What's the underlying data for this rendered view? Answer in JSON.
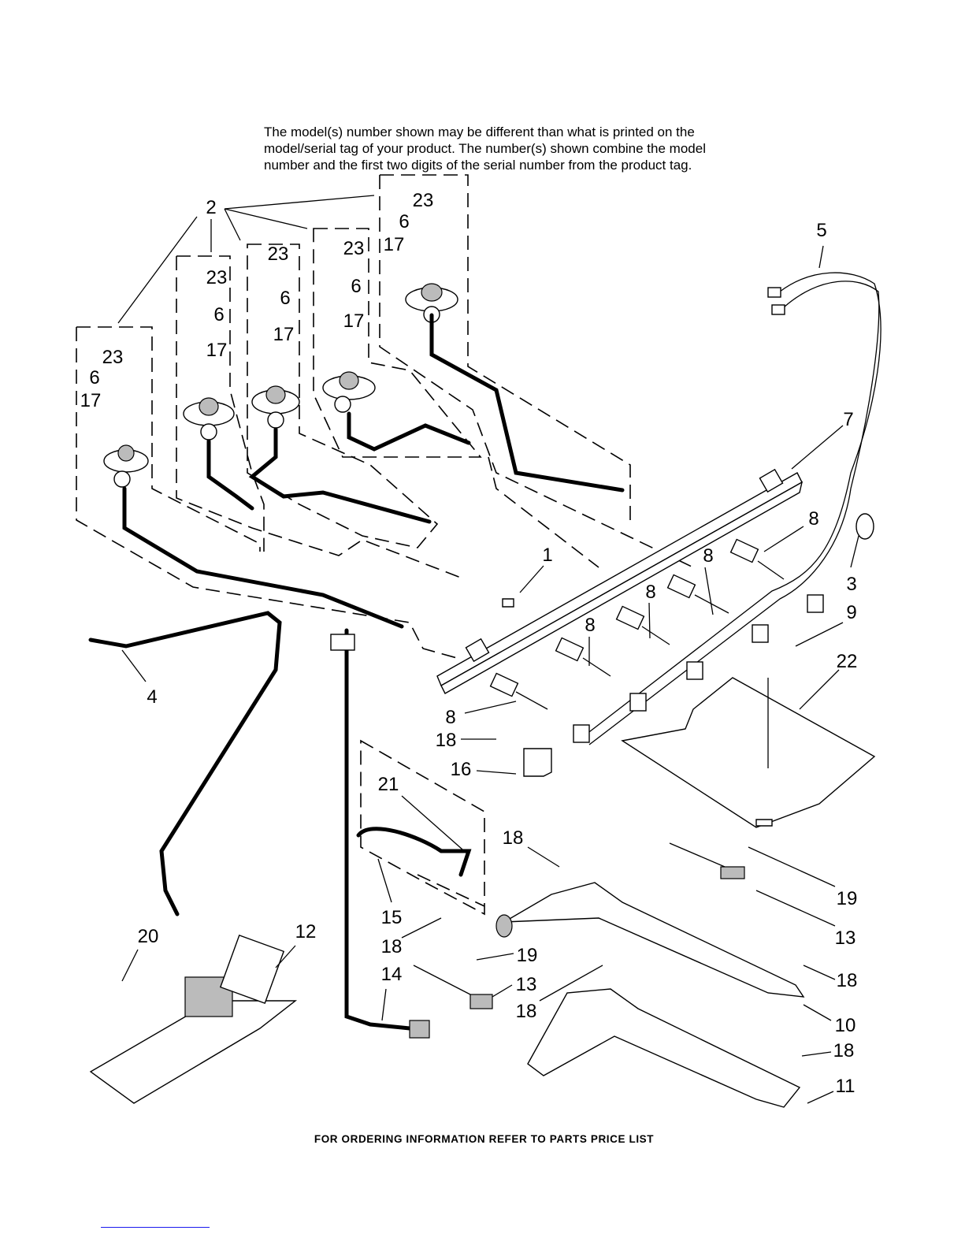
{
  "header": {
    "note_lines": [
      "The model(s) number shown may be different than what is printed on the",
      "model/serial tag of your product. The number(s) shown combine the model",
      "number and the first two digits of the serial number from the product tag."
    ]
  },
  "footer": {
    "text": "FOR ORDERING INFORMATION REFER TO PARTS PRICE LIST",
    "link_color": "#1a1aee"
  },
  "callouts": [
    "2",
    "23",
    "6",
    "17",
    "23",
    "6",
    "17",
    "23",
    "6",
    "17",
    "23",
    "6",
    "17",
    "23",
    "6",
    "17",
    "5",
    "7",
    "8",
    "8",
    "8",
    "8",
    "8",
    "3",
    "9",
    "22",
    "1",
    "4",
    "18",
    "16",
    "21",
    "18",
    "19",
    "13",
    "15",
    "18",
    "20",
    "12",
    "19",
    "13",
    "14",
    "18",
    "18",
    "10",
    "18",
    "11"
  ]
}
